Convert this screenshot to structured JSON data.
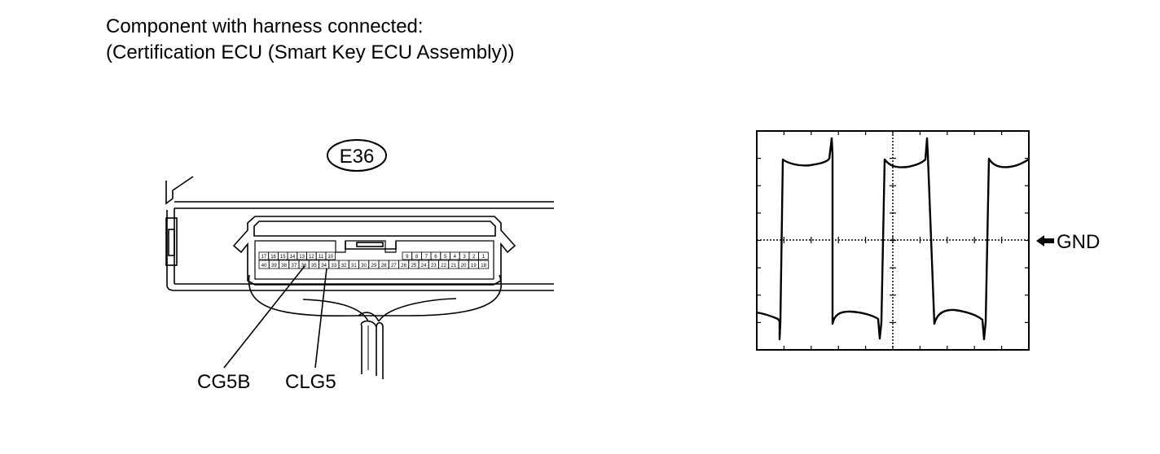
{
  "caption": {
    "line1": "Component with harness connected:",
    "line2": "(Certification ECU (Smart Key ECU Assembly))"
  },
  "connector": {
    "code": "E36",
    "top_row_left_pins": [
      "17",
      "16",
      "15",
      "14",
      "13",
      "12",
      "11",
      "10"
    ],
    "top_row_right_pins": [
      "9",
      "8",
      "7",
      "6",
      "5",
      "4",
      "3",
      "2",
      "1"
    ],
    "bottom_row_pins": [
      "40",
      "39",
      "38",
      "37",
      "36",
      "35",
      "34",
      "33",
      "32",
      "31",
      "30",
      "29",
      "28",
      "27",
      "26",
      "25",
      "24",
      "23",
      "22",
      "21",
      "20",
      "19",
      "18"
    ]
  },
  "terminals": {
    "left": "CG5B",
    "right": "CLG5"
  },
  "waveform": {
    "gnd_label": "GND"
  }
}
